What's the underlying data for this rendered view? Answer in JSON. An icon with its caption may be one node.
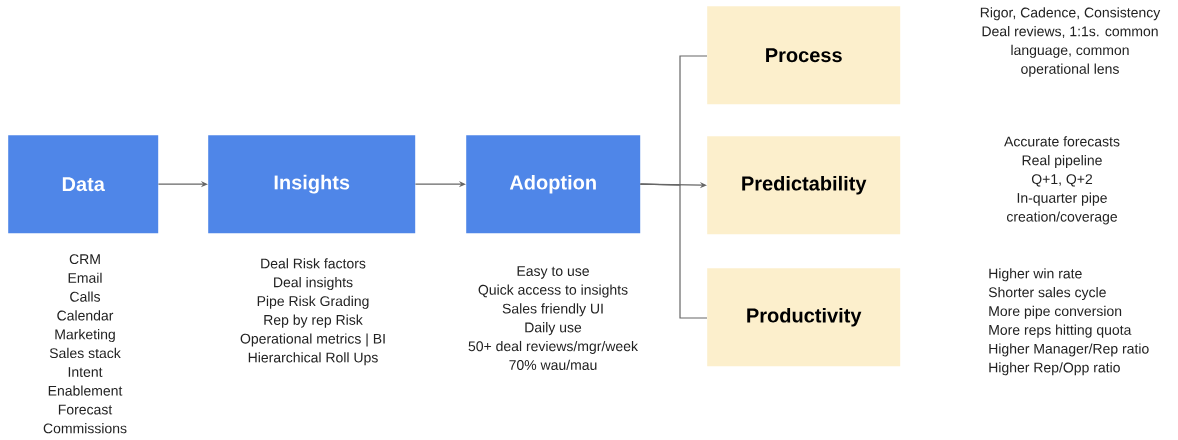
{
  "diagram": {
    "nodes": [
      {
        "text": [
          "Data"
        ],
        "beside": [
          "CRM",
          "Email",
          "Calls",
          "Calendar",
          "Marketing",
          "Sales stack",
          "Intent",
          "Enablement",
          "Forecast",
          "Commissions"
        ]
      },
      {
        "text": [
          "Insights"
        ],
        "beside": [
          "Deal Risk factors",
          "Deal insights",
          "Pipe Risk Grading",
          "Rep by rep Risk",
          "Operational metrics | BI",
          "Hierarchical Roll Ups"
        ]
      },
      {
        "text": [
          "Adoption"
        ],
        "beside": [
          "Easy to use",
          "Quick access to insights",
          "Sales friendly UI",
          "Daily use",
          "50+ deal reviews/mgr/week",
          "70% wau/mau"
        ]
      },
      {
        "text": [
          "Process"
        ],
        "beside": [
          "Rigor, Cadence, Consistency",
          "Deal reviews, 1:1s. common",
          "language, common",
          "operational lens"
        ]
      },
      {
        "text": [
          "Predictability"
        ],
        "beside": [
          "Accurate forecasts",
          "Real pipeline",
          "Q+1, Q+2",
          "In-quarter pipe",
          "creation/coverage"
        ]
      },
      {
        "text": [
          "Productivity"
        ],
        "beside": [
          "Higher win rate",
          "Shorter sales cycle",
          "More pipe conversion",
          "More reps hitting quota",
          "Higher Manager/Rep ratio",
          "Higher Rep/Opp ratio"
        ]
      }
    ],
    "edges": [
      {
        "from": 0,
        "to": 1,
        "arrow": "to"
      },
      {
        "from": 1,
        "to": 2,
        "arrow": "to"
      },
      {
        "from": 2,
        "to": 3,
        "arrow": "none"
      },
      {
        "from": 2,
        "to": 4,
        "arrow": "to"
      },
      {
        "from": 2,
        "to": 5,
        "arrow": "none"
      }
    ]
  }
}
